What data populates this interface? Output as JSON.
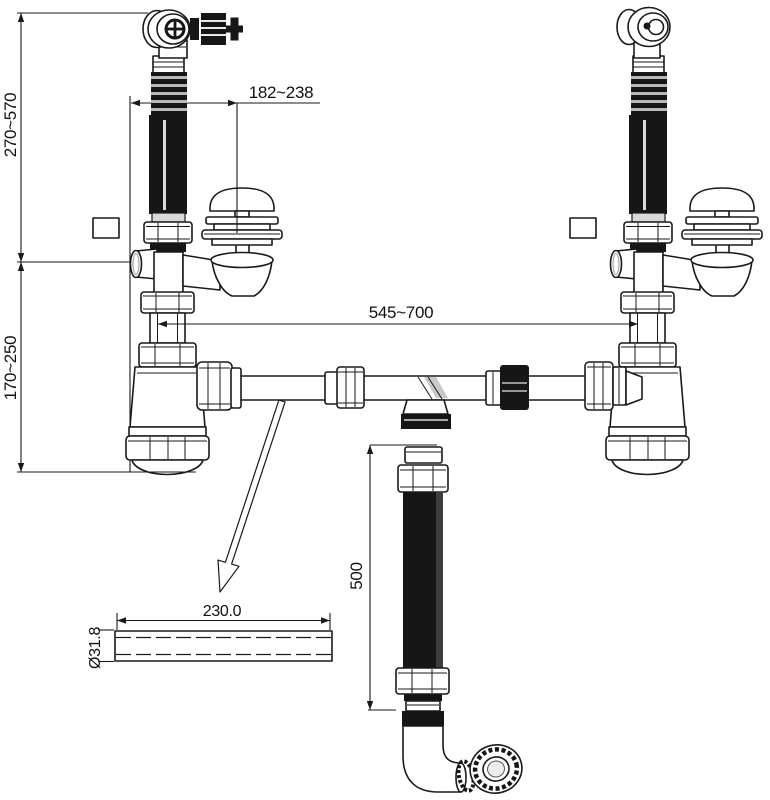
{
  "colors": {
    "background": "#ffffff",
    "line": "#1a1a1a",
    "dark_fill": "#161616"
  },
  "dimensions": {
    "overflow_hose_height": "270~570",
    "overflow_to_waste_offset": "182~238",
    "trap_height": "170~250",
    "horizontal_pipe_span": "545~700",
    "outlet_hose_length": "500",
    "detail_pipe_length": "230.0",
    "detail_pipe_diameter": "Ø31.8"
  }
}
